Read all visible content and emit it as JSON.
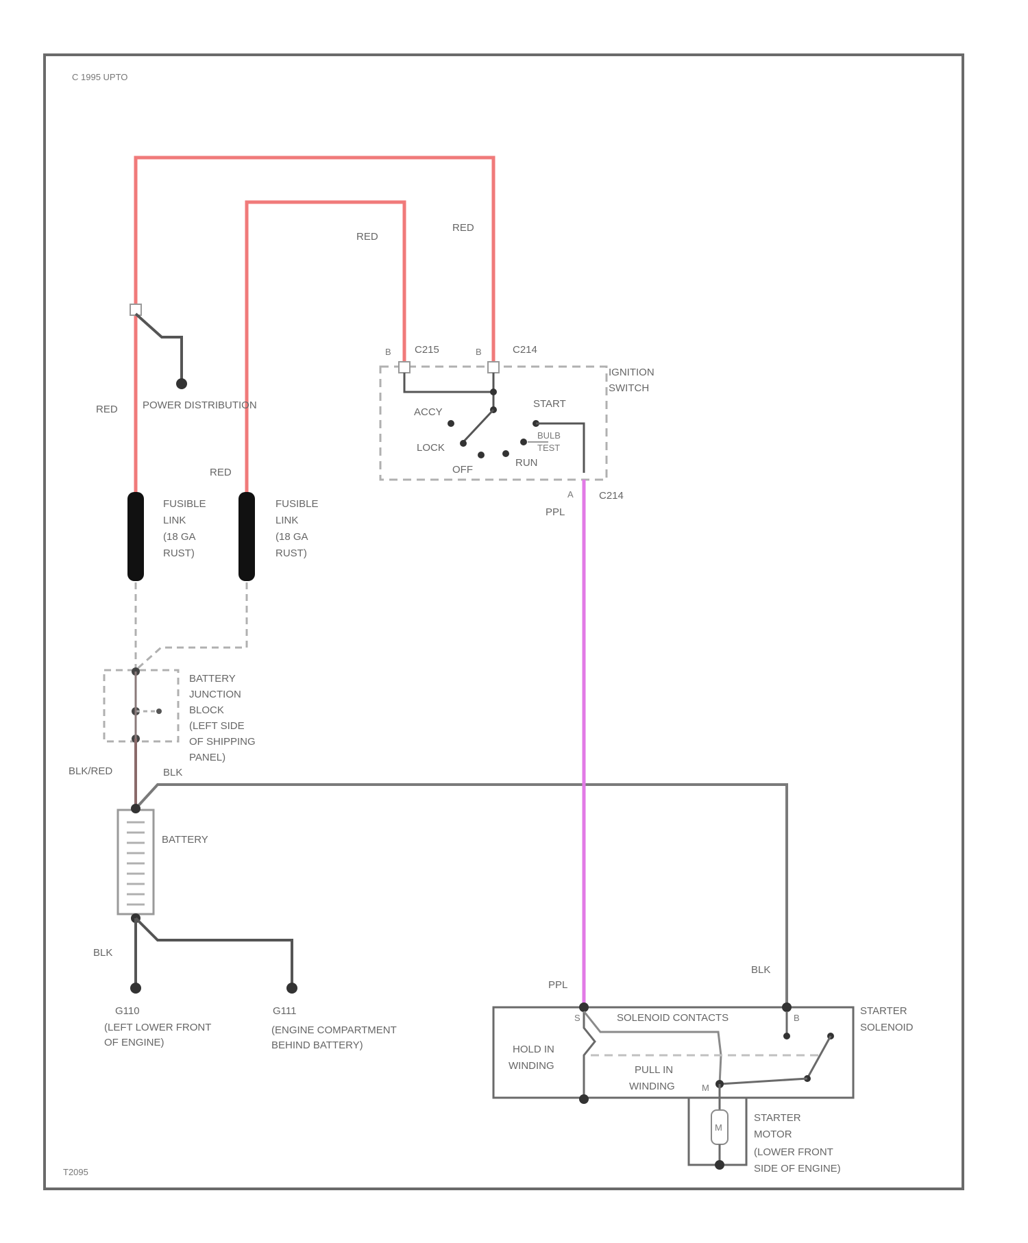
{
  "copyright": "C 1995 UPTO",
  "figure_code": "T2095",
  "colors": {
    "red_wire": "#f07a7a",
    "ppl_wire": "#e27ae6",
    "blk_wire": "#7a7a7a",
    "outline": "#6a6a6a",
    "dashed": "#b0b0b0"
  },
  "wires": {
    "red_1": "RED",
    "red_2": "RED",
    "red_3": "RED",
    "red_4": "RED",
    "ppl_1": "PPL",
    "ppl_2": "PPL",
    "blk_red": "BLK/RED",
    "blk_1": "BLK",
    "blk_2": "BLK",
    "blk_3": "BLK"
  },
  "power_distribution": "POWER DISTRIBUTION",
  "fusible_link_1": [
    "FUSIBLE",
    "LINK",
    "(18 GA",
    "RUST)"
  ],
  "fusible_link_2": [
    "FUSIBLE",
    "LINK",
    "(18 GA",
    "RUST)"
  ],
  "battery_junction_block": [
    "BATTERY",
    "JUNCTION",
    "BLOCK",
    "(LEFT SIDE",
    "OF SHIPPING",
    "PANEL)"
  ],
  "battery": "BATTERY",
  "grounds": {
    "g1_id": "G110",
    "g1_desc": [
      "(LEFT LOWER FRONT",
      "OF ENGINE)"
    ],
    "g2_id": "G111",
    "g2_desc": [
      "(ENGINE COMPARTMENT",
      "BEHIND BATTERY)"
    ]
  },
  "ignition_switch": {
    "title": [
      "IGNITION",
      "SWITCH"
    ],
    "conn_1": "C215",
    "conn_2": "C214",
    "conn_3": "C214",
    "pin_b1": "B",
    "pin_b2": "B",
    "pin_a": "A",
    "acc": "ACCY",
    "lock": "LOCK",
    "off": "OFF",
    "run": "RUN",
    "start": "START",
    "bulb_test": [
      "BULB",
      "TEST"
    ]
  },
  "starter_solenoid": {
    "title": [
      "STARTER",
      "SOLENOID"
    ],
    "contacts": "SOLENOID CONTACTS",
    "hold_in": [
      "HOLD IN",
      "WINDING"
    ],
    "pull_in": [
      "PULL IN",
      "WINDING"
    ],
    "pin_s": "S",
    "pin_b": "B",
    "pin_m": "M"
  },
  "starter_motor": {
    "symbol": "M",
    "desc": [
      "STARTER",
      "MOTOR",
      "(LOWER FRONT",
      "SIDE OF ENGINE)"
    ]
  }
}
